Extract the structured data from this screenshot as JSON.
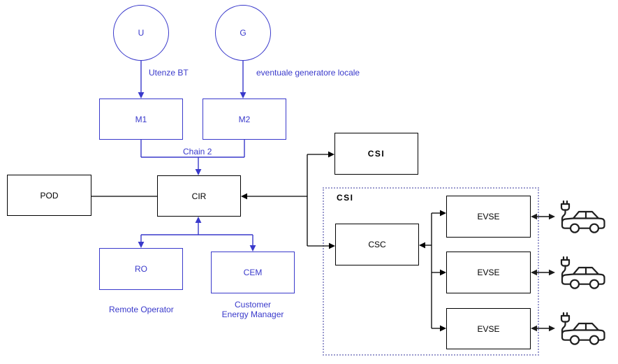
{
  "nodes": {
    "u": {
      "label": "U"
    },
    "g": {
      "label": "G"
    },
    "m1": {
      "label": "M1"
    },
    "m2": {
      "label": "M2"
    },
    "pod": {
      "label": "POD"
    },
    "cir": {
      "label": "CIR"
    },
    "ro": {
      "label": "RO"
    },
    "cem": {
      "label": "CEM"
    },
    "csi_box": {
      "label": "CSI"
    },
    "csc": {
      "label": "CSC"
    },
    "evse": [
      {
        "label": "EVSE"
      },
      {
        "label": "EVSE"
      },
      {
        "label": "EVSE"
      }
    ]
  },
  "annotations": {
    "utenze_bt": "Utenze BT",
    "generatore": "eventuale generatore locale",
    "chain": "Chain 2",
    "remote_operator": "Remote Operator",
    "cem_caption_line1": "Customer",
    "cem_caption_line2": "Energy Manager",
    "csi_group": "CSI"
  },
  "colors": {
    "blue": "#3939cb",
    "black": "#000000",
    "dotted_border": "#9a9ace",
    "connector_gray": "#4d4d4d",
    "car_icon": "#1f1f1f",
    "background": "#ffffff"
  }
}
